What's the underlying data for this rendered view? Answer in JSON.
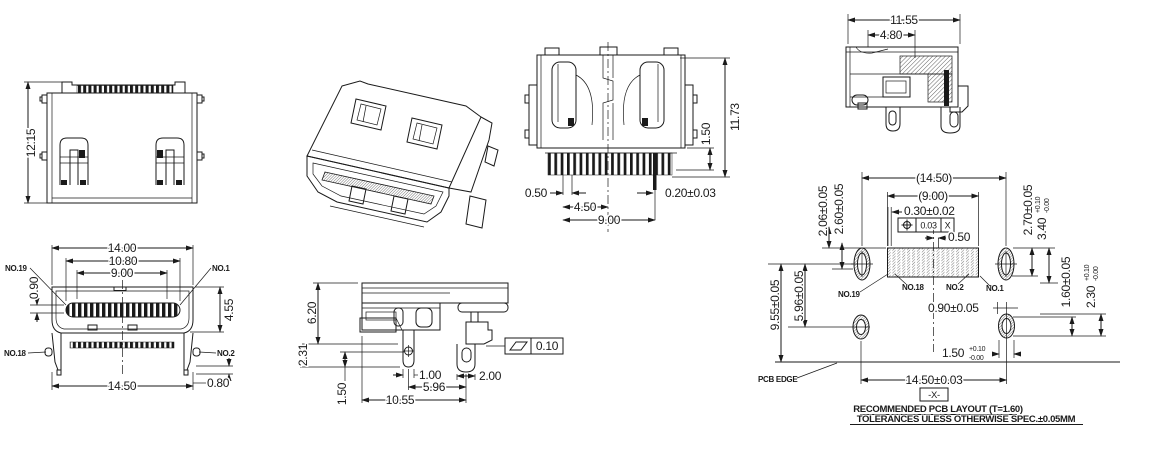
{
  "colors": {
    "line": "#1a1a1a",
    "background": "#ffffff"
  },
  "top_view": {
    "height": "12.15"
  },
  "front_view": {
    "w_outer": "14.00",
    "w_contacts": "10.80",
    "w_inner": "9.00",
    "contact_h": "0.90",
    "depth": "4.55",
    "w_legs": "14.50",
    "foot": "0.80",
    "no19": "NO.19",
    "no1": "NO.1",
    "no18": "NO.18",
    "no2": "NO.2"
  },
  "side_view": {
    "h_total": "6.20",
    "h_step": "2.31",
    "h_foot": "1.50",
    "leg_w": "1.00",
    "leg_span": "5.96",
    "depth_total": "10.55",
    "rear_leg_w": "2.00",
    "flatness": "0.10"
  },
  "section_view": {
    "h_total": "11.73",
    "pin_len": "1.50",
    "pitch": "0.50",
    "half_span": "4.50",
    "span": "9.00",
    "pin_w": "0.20±0.03"
  },
  "side_section_view": {
    "depth": "11.55",
    "inner_depth": "4.80"
  },
  "pcb_layout": {
    "ref_width": "(14.50)",
    "ref_pad_span": "(9.00)",
    "pad_w": "0.30±0.02",
    "pos_tol": "0.03",
    "pos_datum": "X",
    "pitch": "0.50",
    "pad_ext_top": "2.06±0.05",
    "pad_ext_bot": "2.60±0.05",
    "hole_top": "2.70±0.05",
    "hole_bot": "3.40",
    "hole_bot_plus": "+0.10",
    "hole_bot_minus": "-0.00",
    "no19": "NO.19",
    "no18": "NO.18",
    "no2": "NO.2",
    "no1": "NO.1",
    "post_span": "5.96±0.05",
    "edge_span": "9.55±0.05",
    "post_offset": "0.90±0.05",
    "post_hole": "1.50",
    "post_hole_plus": "+0.10",
    "post_hole_minus": "-0.00",
    "post_w": "1.60±0.05",
    "post_clear": "2.30",
    "post_clear_plus": "+0.10",
    "post_clear_minus": "-0.00",
    "pcb_edge": "PCB EDGE",
    "hole_span": "14.50±0.03",
    "datum": "-X-",
    "note1": "RECOMMENDED PCB LAYOUT (T=1.60)",
    "note2": "TOLERANCES ULESS OTHERWISE SPEC.±0.05MM"
  }
}
